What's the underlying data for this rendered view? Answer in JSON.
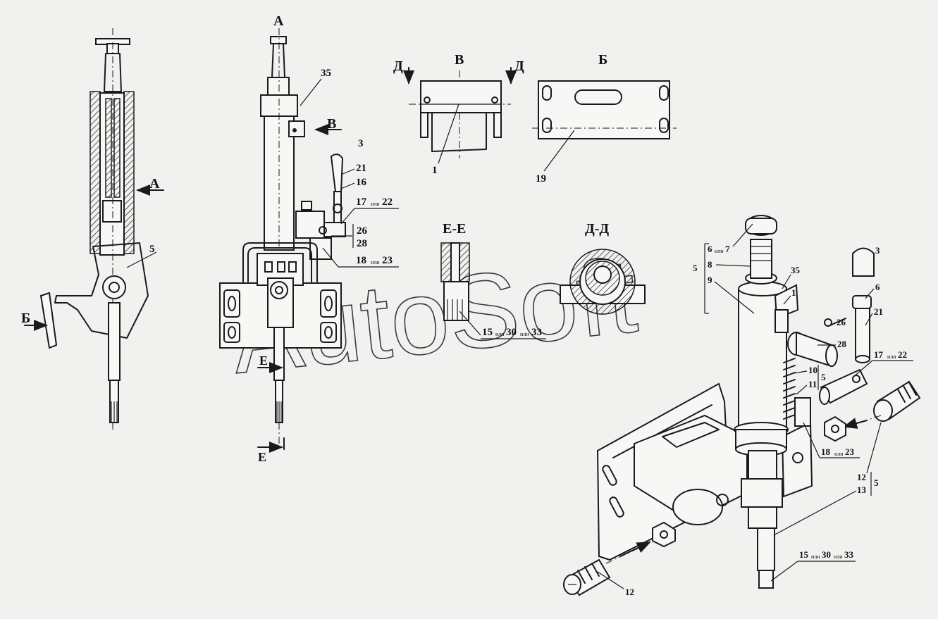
{
  "watermark": "AutoSoft",
  "views": {
    "A": "А",
    "B_cyr": "Б",
    "V": "В",
    "D_section": "Д-Д",
    "E_section": "Е-Е",
    "D": "Д",
    "E": "Е"
  },
  "or_word": "или",
  "callouts": {
    "c1": "1",
    "c3": "3",
    "c5": "5",
    "c6": "6",
    "c7": "7",
    "c8": "8",
    "c9": "9",
    "c10": "10",
    "c11": "11",
    "c12": "12",
    "c13": "13",
    "c15": "15",
    "c16": "16",
    "c17": "17",
    "c18": "18",
    "c19": "19",
    "c21": "21",
    "c22": "22",
    "c23": "23",
    "c26": "26",
    "c28": "28",
    "c30": "30",
    "c33": "33",
    "c35": "35"
  }
}
